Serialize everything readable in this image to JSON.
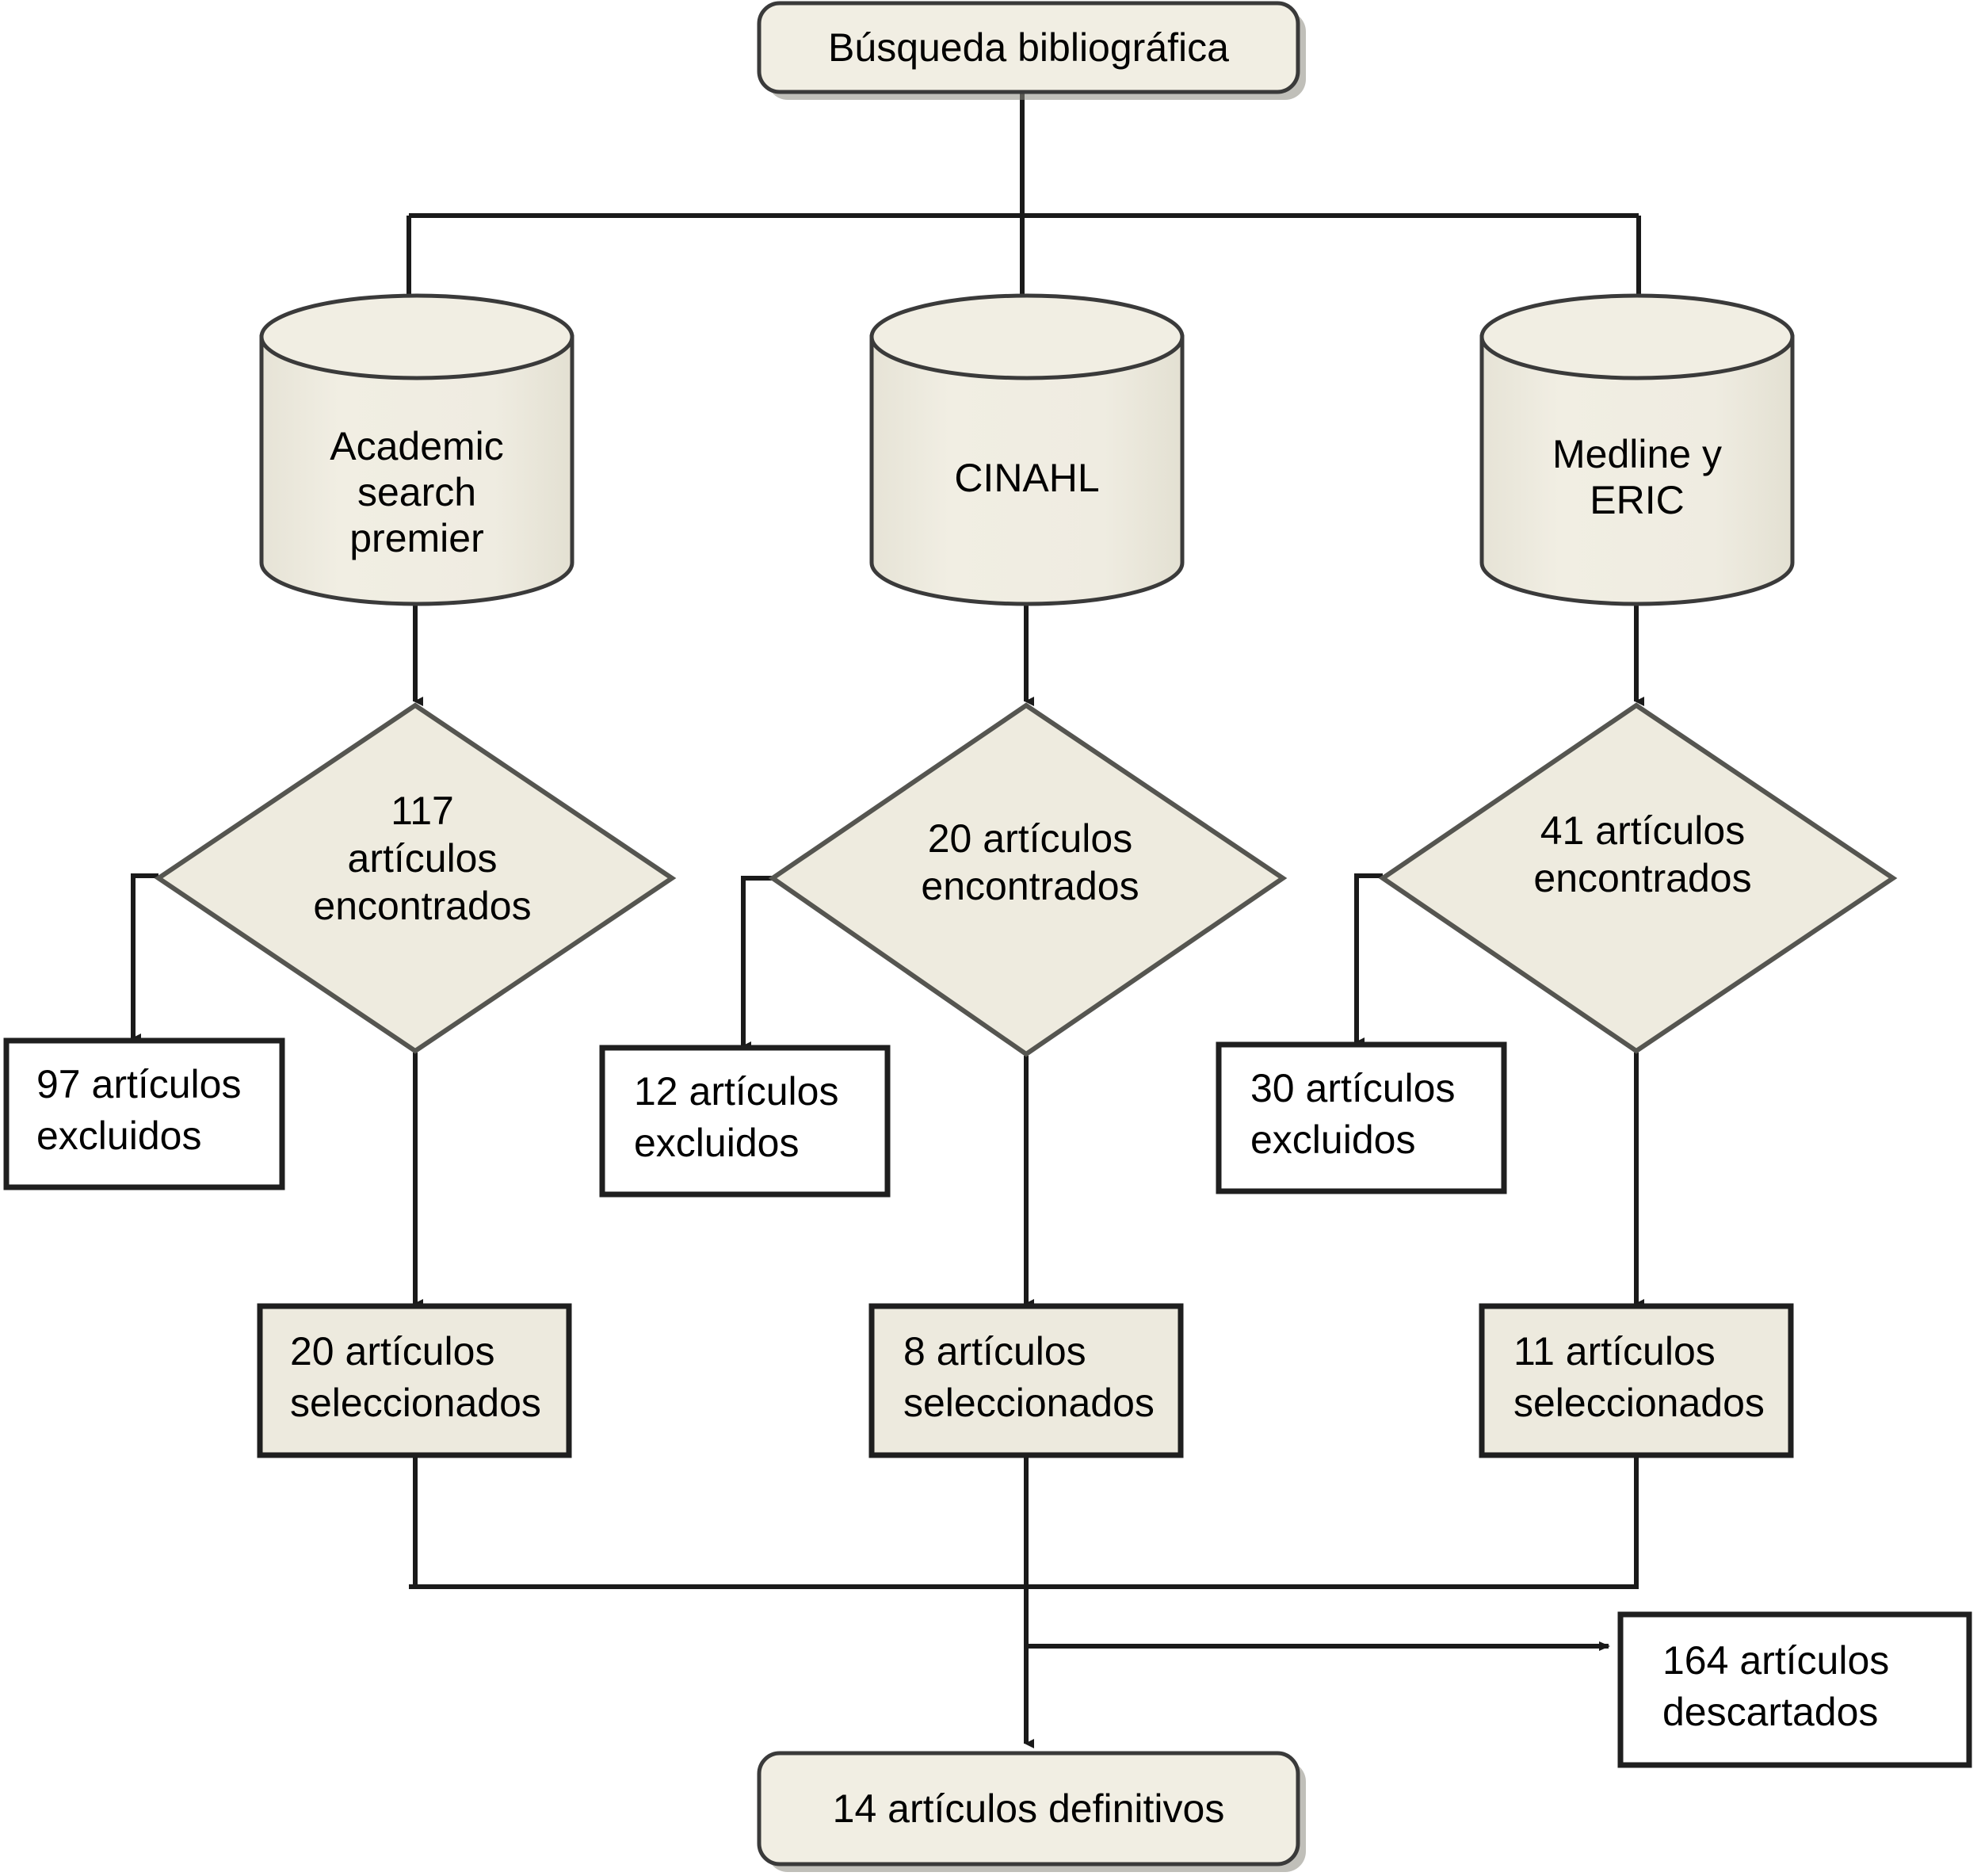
{
  "diagram": {
    "title": "Búsqueda bibliográfica",
    "language": "es",
    "type": "flowchart",
    "colors": {
      "node_fill_beige": "#EDEADE",
      "node_fill_white": "#FFFFFF",
      "border": "#2B2B2B",
      "connector": "#1A1A1A",
      "text": "#000000",
      "background": "#FFFFFF"
    }
  },
  "start": {
    "label": "Búsqueda bibliográfica",
    "shape": "rounded-rectangle",
    "fill": "#EDEADE"
  },
  "databases": [
    {
      "id": "academic-search-premier",
      "lines": [
        "Academic",
        "search",
        "premier"
      ],
      "shape": "cylinder"
    },
    {
      "id": "cinahl",
      "lines": [
        "CINAHL"
      ],
      "shape": "cylinder"
    },
    {
      "id": "medline-eric",
      "lines": [
        "Medline y",
        "ERIC"
      ],
      "shape": "cylinder"
    }
  ],
  "decisions": [
    {
      "id": "found-academic",
      "lines": [
        "117",
        "artículos",
        "encontrados"
      ],
      "count": 117,
      "shape": "diamond"
    },
    {
      "id": "found-cinahl",
      "lines": [
        "20 artículos",
        "encontrados"
      ],
      "count": 20,
      "shape": "diamond"
    },
    {
      "id": "found-medline",
      "lines": [
        "41 artículos",
        "encontrados"
      ],
      "count": 41,
      "shape": "diamond"
    }
  ],
  "excluded": [
    {
      "id": "excluded-academic",
      "lines": [
        "97 artículos",
        "excluidos"
      ],
      "count": 97,
      "shape": "rectangle",
      "fill": "#FFFFFF"
    },
    {
      "id": "excluded-cinahl",
      "lines": [
        "12 artículos",
        "excluidos"
      ],
      "count": 12,
      "shape": "rectangle",
      "fill": "#FFFFFF"
    },
    {
      "id": "excluded-medline",
      "lines": [
        "30 artículos",
        "excluidos"
      ],
      "count": 30,
      "shape": "rectangle",
      "fill": "#FFFFFF"
    }
  ],
  "selected": [
    {
      "id": "selected-academic",
      "lines": [
        "20 artículos",
        "seleccionados"
      ],
      "count": 20,
      "shape": "rectangle",
      "fill": "#EDEADE"
    },
    {
      "id": "selected-cinahl",
      "lines": [
        "8 artículos",
        "seleccionados"
      ],
      "count": 8,
      "shape": "rectangle",
      "fill": "#EDEADE"
    },
    {
      "id": "selected-medline",
      "lines": [
        "11 artículos",
        "seleccionados"
      ],
      "count": 11,
      "shape": "rectangle",
      "fill": "#EDEADE"
    }
  ],
  "discarded": {
    "id": "discarded",
    "lines": [
      "164 artículos",
      "descartados"
    ],
    "count": 164,
    "shape": "rectangle",
    "fill": "#FFFFFF"
  },
  "final": {
    "id": "final-articles",
    "label": "14 artículos definitivos",
    "count": 14,
    "shape": "rounded-rectangle",
    "fill": "#EDEADE"
  },
  "chart_data": {
    "type": "diagram",
    "title": "Búsqueda bibliográfica",
    "nodes": [
      {
        "level": 0,
        "label": "Búsqueda bibliográfica"
      },
      {
        "level": 1,
        "label": "Academic search premier"
      },
      {
        "level": 1,
        "label": "CINAHL"
      },
      {
        "level": 1,
        "label": "Medline y ERIC"
      },
      {
        "level": 2,
        "label": "117 artículos encontrados",
        "value": 117
      },
      {
        "level": 2,
        "label": "20 artículos encontrados",
        "value": 20
      },
      {
        "level": 2,
        "label": "41 artículos encontrados",
        "value": 41
      },
      {
        "level": 3,
        "label": "97 artículos excluidos",
        "value": 97
      },
      {
        "level": 3,
        "label": "12 artículos excluidos",
        "value": 12
      },
      {
        "level": 3,
        "label": "30 artículos excluidos",
        "value": 30
      },
      {
        "level": 4,
        "label": "20 artículos seleccionados",
        "value": 20
      },
      {
        "level": 4,
        "label": "8 artículos seleccionados",
        "value": 8
      },
      {
        "level": 4,
        "label": "11 artículos seleccionados",
        "value": 11
      },
      {
        "level": 5,
        "label": "164 artículos descartados",
        "value": 164
      },
      {
        "level": 6,
        "label": "14 artículos definitivos",
        "value": 14
      }
    ]
  }
}
